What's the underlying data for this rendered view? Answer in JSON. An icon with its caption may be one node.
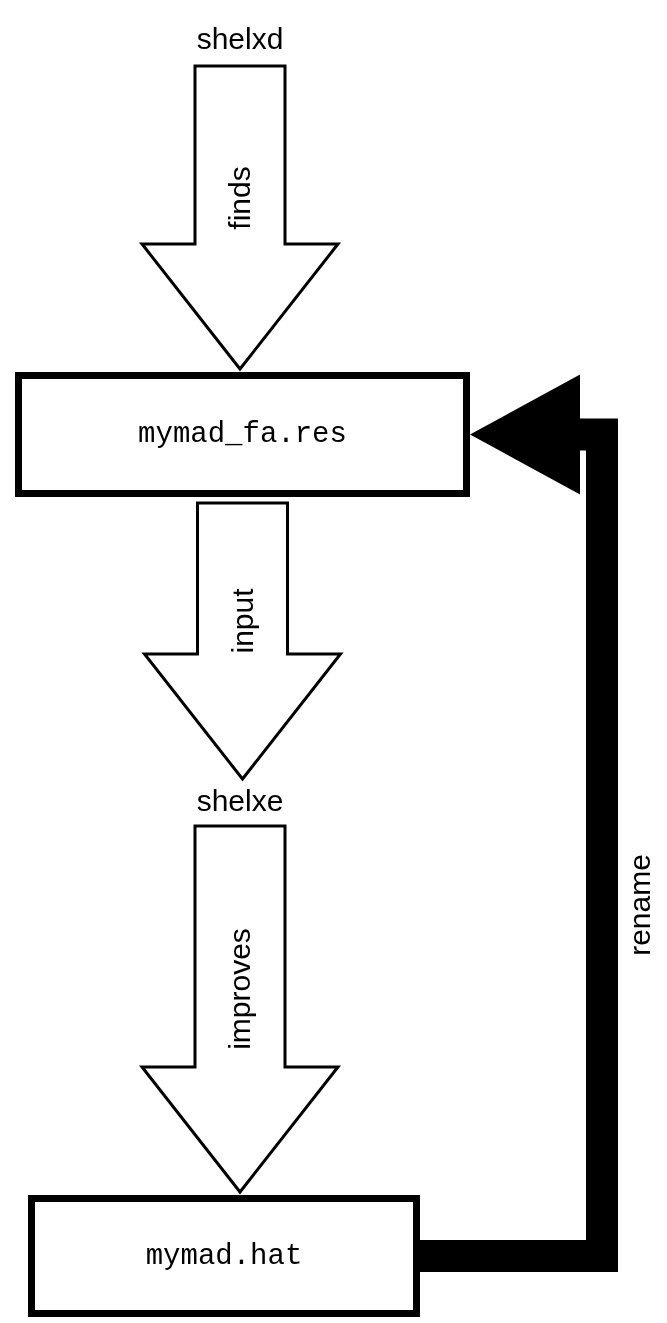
{
  "diagram": {
    "nodes": [
      {
        "text": [
          "shelxd"
        ]
      },
      {
        "text": [
          "mymad_fa.res"
        ]
      },
      {
        "text": [
          "shelxe"
        ]
      },
      {
        "text": [
          "mymad.hat"
        ]
      }
    ],
    "edges": [
      {
        "from": 0,
        "to": 1,
        "arrow": "to",
        "label": "finds"
      },
      {
        "from": 1,
        "to": 2,
        "arrow": "to",
        "label": "input"
      },
      {
        "from": 2,
        "to": 3,
        "arrow": "to",
        "label": "improves"
      },
      {
        "from": 3,
        "to": 1,
        "arrow": "to",
        "label": "rename",
        "style": "thick"
      }
    ]
  }
}
